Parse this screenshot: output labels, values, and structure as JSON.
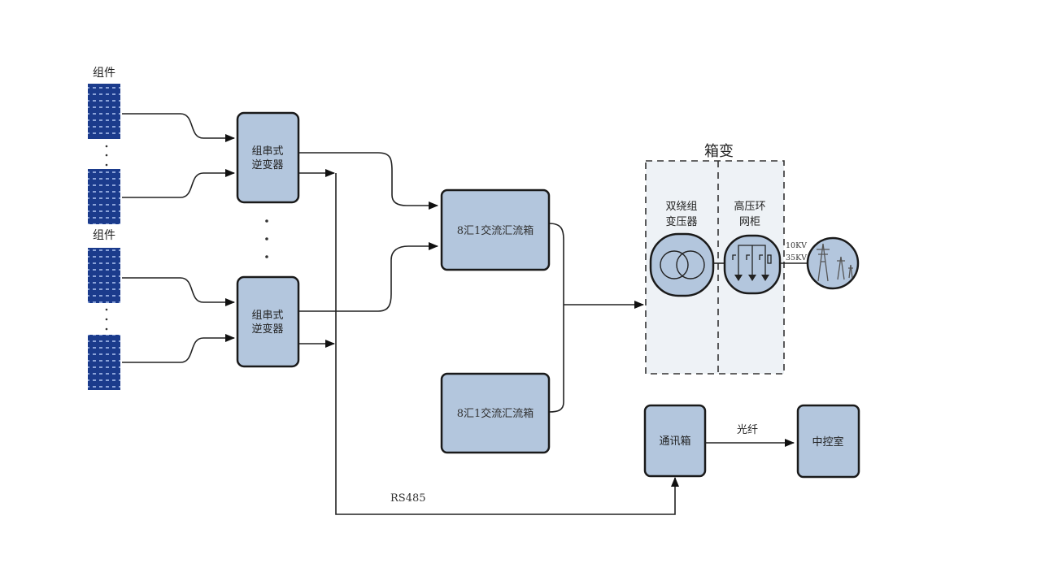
{
  "diagram": {
    "modules": [
      {
        "label": "组件"
      },
      {
        "label": "组件"
      }
    ],
    "inverters": [
      {
        "label_line1": "组串式",
        "label_line2": "逆变器"
      },
      {
        "label_line1": "组串式",
        "label_line2": "逆变器"
      }
    ],
    "combiners": [
      {
        "label": "8汇1交流汇流箱"
      },
      {
        "label": "8汇1交流汇流箱"
      }
    ],
    "box_transformer": {
      "title": "箱变",
      "transformer_label_line1": "双绕组",
      "transformer_label_line2": "变压器",
      "ring_main_label_line1": "高压环",
      "ring_main_label_line2": "网柜",
      "voltage_label_1": "10KV",
      "voltage_label_2": "35KV"
    },
    "comm_box": {
      "label": "通讯箱"
    },
    "control_room": {
      "label": "中控室"
    },
    "links": {
      "fiber_label": "光纤",
      "rs485_label": "RS485"
    },
    "colors": {
      "box_fill": "#b3c6dd",
      "box_stroke": "#1a1a1a",
      "panel_fill": "#1b3b8c",
      "dashed_region_fill": "#eef2f6"
    }
  }
}
